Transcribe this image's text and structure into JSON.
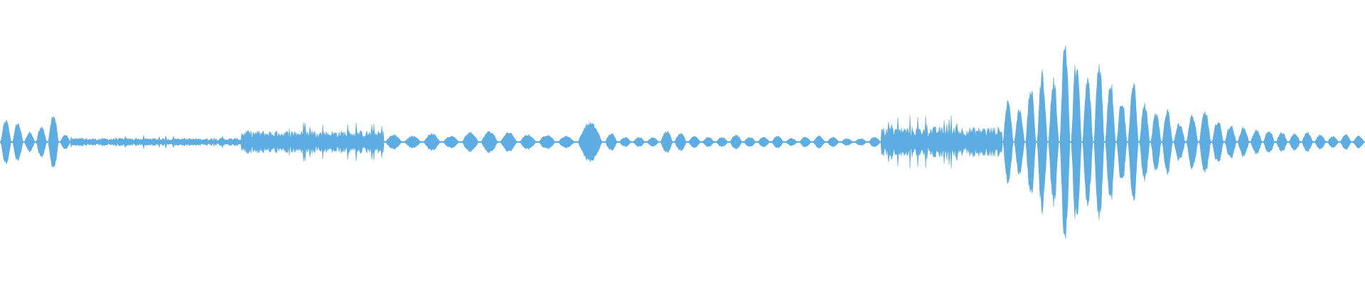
{
  "waveform": {
    "color": "#5dade2",
    "background": "#ffffff",
    "description_shape": "audio-amplitude-envelope",
    "segments": [
      {
        "region": "start-bursts",
        "bursts": [
          0.18,
          0.16,
          0.08,
          0.13,
          0.24,
          0.06
        ]
      },
      {
        "region": "low-noise-1",
        "amplitude": 0.03
      },
      {
        "region": "mid-activity",
        "amplitude": 0.09
      },
      {
        "region": "beads-1",
        "bursts": [
          0.06,
          0.05,
          0.07,
          0.05,
          0.08,
          0.09,
          0.08,
          0.06,
          0.06,
          0.05
        ]
      },
      {
        "region": "center-blob",
        "bursts": [
          0.16
        ]
      },
      {
        "region": "beads-2",
        "bursts": [
          0.07,
          0.04,
          0.04,
          0.04,
          0.09,
          0.07,
          0.05,
          0.04,
          0.04,
          0.06,
          0.04,
          0.04,
          0.05,
          0.03,
          0.04,
          0.05,
          0.04,
          0.03,
          0.03,
          0.04
        ]
      },
      {
        "region": "rising-noise",
        "amplitude": 0.12
      },
      {
        "region": "loud-section",
        "bursts": [
          0.36,
          0.28,
          0.45,
          0.58,
          0.52,
          0.86,
          0.68,
          0.54,
          0.68,
          0.52,
          0.36,
          0.5,
          0.32,
          0.24,
          0.28
        ]
      },
      {
        "region": "tail-bursts",
        "bursts": [
          0.16,
          0.22,
          0.26,
          0.18,
          0.14,
          0.12,
          0.1,
          0.09,
          0.08,
          0.07,
          0.08,
          0.06,
          0.05,
          0.06,
          0.05
        ]
      }
    ]
  }
}
